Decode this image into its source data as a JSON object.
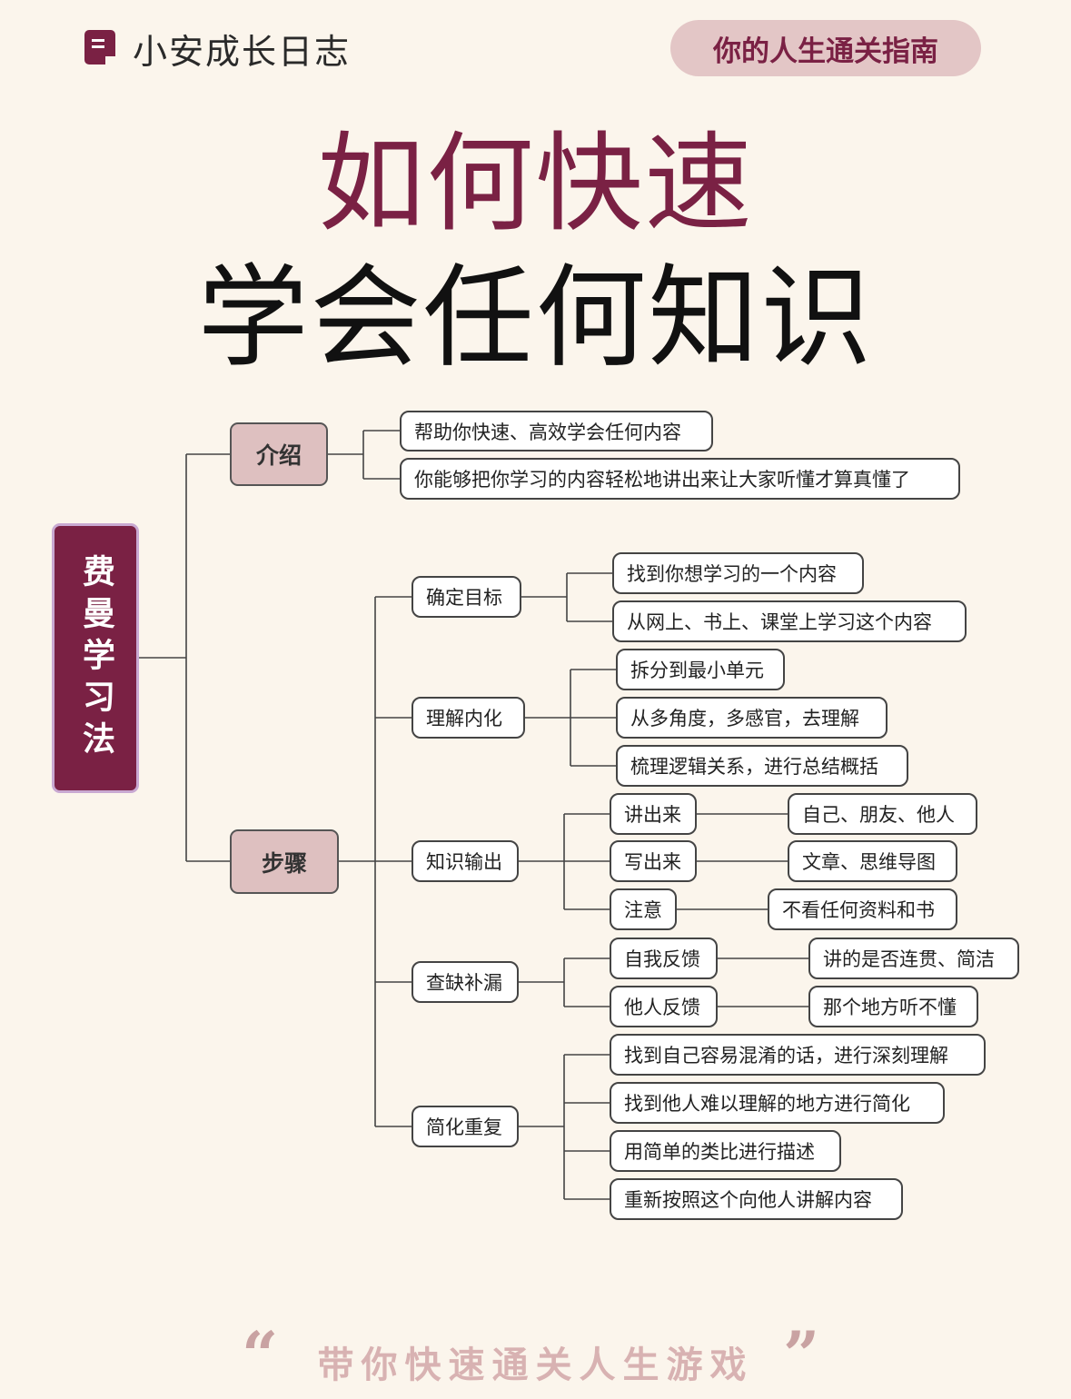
{
  "header": {
    "brand": "小安成长日志",
    "tag": "你的人生通关指南"
  },
  "title": {
    "line1": "如何快速",
    "line2": "学会任何知识"
  },
  "mindmap": {
    "root": "费曼学习法",
    "intro": {
      "label": "介绍",
      "items": [
        "帮助你快速、高效学会任何内容",
        "你能够把你学习的内容轻松地讲出来让大家听懂才算真懂了"
      ]
    },
    "steps": {
      "label": "步骤",
      "nodes": [
        {
          "label": "确定目标",
          "items": [
            "找到你想学习的一个内容",
            "从网上、书上、课堂上学习这个内容"
          ]
        },
        {
          "label": "理解内化",
          "items": [
            "拆分到最小单元",
            "从多角度，多感官，去理解",
            "梳理逻辑关系，进行总结概括"
          ]
        },
        {
          "label": "知识输出",
          "items": [
            {
              "label": "讲出来",
              "detail": "自己、朋友、他人"
            },
            {
              "label": "写出来",
              "detail": "文章、思维导图"
            },
            {
              "label": "注意",
              "detail": "不看任何资料和书"
            }
          ]
        },
        {
          "label": "查缺补漏",
          "items": [
            {
              "label": "自我反馈",
              "detail": "讲的是否连贯、简洁"
            },
            {
              "label": "他人反馈",
              "detail": "那个地方听不懂"
            }
          ]
        },
        {
          "label": "简化重复",
          "items": [
            "找到自己容易混淆的话，进行深刻理解",
            "找到他人难以理解的地方进行简化",
            "用简单的类比进行描述",
            "重新按照这个向他人讲解内容"
          ]
        }
      ]
    }
  },
  "footer": {
    "slogan": "带你快速通关人生游戏",
    "open_quote": "“",
    "close_quote": "”"
  },
  "colors": {
    "accent": "#7a2144",
    "node_fill": "#dec0c0",
    "background": "#fbf5ec"
  }
}
